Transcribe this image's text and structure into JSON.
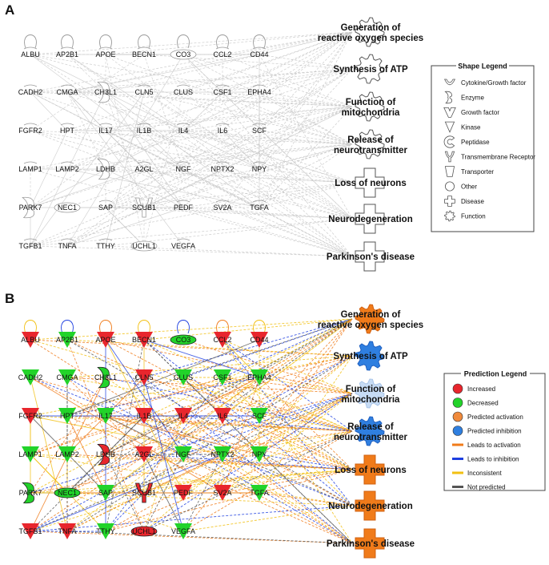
{
  "panels": [
    {
      "letter": "A",
      "mode": "plain"
    },
    {
      "letter": "B",
      "mode": "colored"
    }
  ],
  "genes": [
    [
      "ALBU",
      "AP2B1",
      "APOE",
      "BECN1",
      "CO3",
      "CCL2",
      "CD44"
    ],
    [
      "CADH2",
      "CMGA",
      "CH3L1",
      "CLN5",
      "CLUS",
      "CSF1",
      "EPHA4"
    ],
    [
      "FGFR2",
      "HPT",
      "IL17",
      "IL1B",
      "IL4",
      "IL6",
      "SCF"
    ],
    [
      "LAMP1",
      "LAMP2",
      "LDHB",
      "A2GL",
      "NGF",
      "NPTX2",
      "NPY"
    ],
    [
      "PARK7",
      "NEC1",
      "SAP",
      "SCUB1",
      "PEDF",
      "SV2A",
      "TGFA"
    ],
    [
      "TGFB1",
      "TNFA",
      "TTHY",
      "UCHL1",
      "VEGFA"
    ]
  ],
  "gene_states": {
    "ALBU": "increased",
    "AP2B1": "decreased",
    "APOE": "increased",
    "BECN1": "increased",
    "CO3": "decreased",
    "CCL2": "increased",
    "CD44": "increased",
    "CADH2": "decreased",
    "CMGA": "decreased",
    "CH3L1": "decreased",
    "CLN5": "increased",
    "CLUS": "decreased",
    "CSF1": "decreased",
    "EPHA4": "decreased",
    "FGFR2": "increased",
    "HPT": "decreased",
    "IL17": "decreased",
    "IL1B": "increased",
    "IL4": "increased",
    "IL6": "increased",
    "SCF": "decreased",
    "LAMP1": "decreased",
    "LAMP2": "decreased",
    "LDHB": "increased",
    "A2GL": "increased",
    "NGF": "decreased",
    "NPTX2": "decreased",
    "NPY": "decreased",
    "PARK7": "decreased",
    "NEC1": "decreased",
    "SAP": "decreased",
    "SCUB1": "increased",
    "PEDF": "increased",
    "SV2A": "increased",
    "TGFA": "decreased",
    "TGFB1": "increased",
    "TNFA": "increased",
    "TTHY": "decreased",
    "UCHL1": "increased",
    "VEGFA": "decreased"
  },
  "outcomes": [
    {
      "label": "Generation of\nreactive oxygen species",
      "shape": "function",
      "state": "activation"
    },
    {
      "label": "Synthesis of ATP",
      "shape": "function",
      "state": "inhibition"
    },
    {
      "label": "Function of\nmitochondria",
      "shape": "function",
      "state": "inhibition_light"
    },
    {
      "label": "Release of\nneurotransmitter",
      "shape": "function",
      "state": "inhibition"
    },
    {
      "label": "Loss of neurons",
      "shape": "disease",
      "state": "activation"
    },
    {
      "label": "Neurodegeneration",
      "shape": "disease",
      "state": "activation"
    },
    {
      "label": "Parkinson's disease",
      "shape": "disease",
      "state": "activation"
    }
  ],
  "shape_legend": {
    "title": "Shape Legend",
    "items": [
      {
        "shape": "cytokine",
        "label": "Cytokine/Growth factor"
      },
      {
        "shape": "enzyme",
        "label": "Enzyme"
      },
      {
        "shape": "growth",
        "label": "Growth factor"
      },
      {
        "shape": "kinase",
        "label": "Kinase"
      },
      {
        "shape": "peptidase",
        "label": "Peptidase"
      },
      {
        "shape": "receptor",
        "label": "Transmembrane Receptor"
      },
      {
        "shape": "transporter",
        "label": "Transporter"
      },
      {
        "shape": "other",
        "label": "Other"
      },
      {
        "shape": "disease",
        "label": "Disease"
      },
      {
        "shape": "function",
        "label": "Function"
      }
    ]
  },
  "prediction_legend": {
    "title": "Prediction Legend",
    "items": [
      {
        "kind": "dot",
        "color": "#e8262d",
        "label": "Increased"
      },
      {
        "kind": "dot",
        "color": "#22d32a",
        "label": "Decreased"
      },
      {
        "kind": "dot",
        "color": "#f08a3c",
        "label": "Predicted activation"
      },
      {
        "kind": "dot",
        "color": "#2f7fe0",
        "label": "Predicted inhibition"
      },
      {
        "kind": "line",
        "color": "#f07b1a",
        "label": "Leads to activation"
      },
      {
        "kind": "line",
        "color": "#1e3fe0",
        "label": "Leads to inhibition"
      },
      {
        "kind": "line",
        "color": "#f2c012",
        "label": "Inconsistent"
      },
      {
        "kind": "line",
        "color": "#555555",
        "label": "Not predicted"
      }
    ]
  },
  "colors": {
    "increased": "#e8262d",
    "decreased": "#22d32a",
    "activation": "#f07b1a",
    "inhibition": "#2f7fe0",
    "inhibition_light": "#c7dcf5",
    "edge_activation": "#f07b1a",
    "edge_inhibition": "#1e3fe0",
    "edge_inconsistent": "#f2c012",
    "edge_not_predicted": "#555555",
    "plain_stroke": "#9a9a9a",
    "plain_edge": "#c8c8c8"
  }
}
